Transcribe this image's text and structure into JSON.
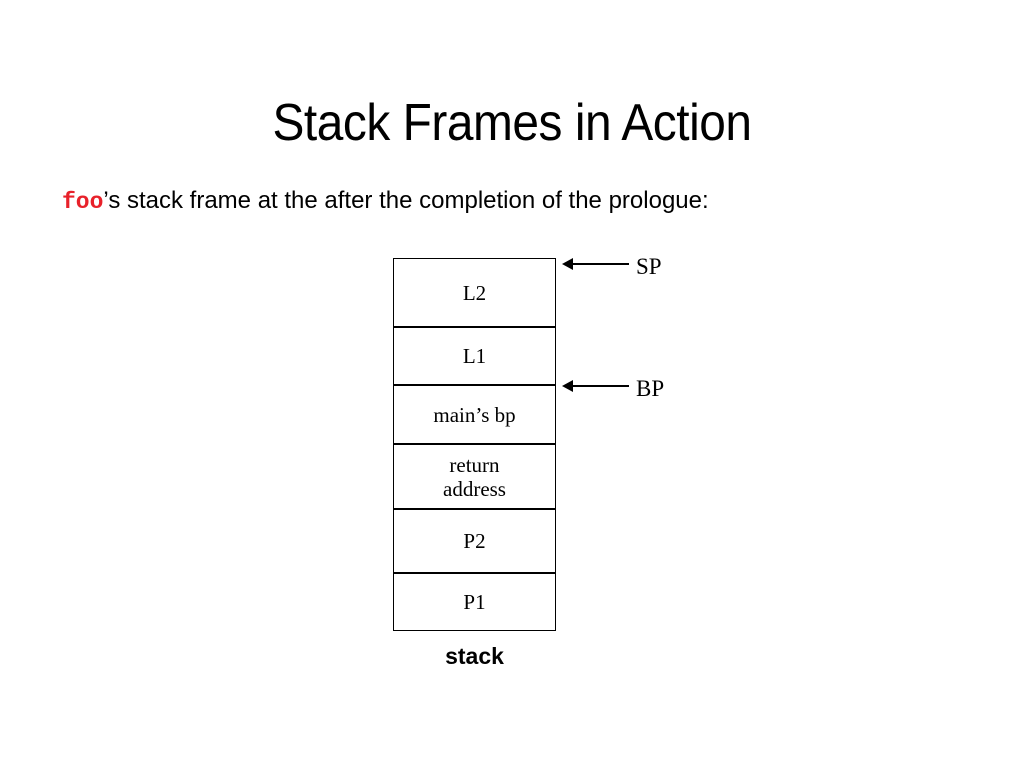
{
  "slide": {
    "title": "Stack Frames in Action",
    "subtitle": {
      "code_word": "foo",
      "code_color": "#e8212a",
      "rest": "’s stack frame at the after the completion of the prologue:"
    }
  },
  "diagram": {
    "caption": "stack",
    "cells": [
      {
        "label": "L2"
      },
      {
        "label": "L1"
      },
      {
        "label": "main’s bp"
      },
      {
        "label": "return\naddress"
      },
      {
        "label": "P2"
      },
      {
        "label": "P1"
      }
    ],
    "pointers": [
      {
        "label": "SP",
        "target": "top-of-stack"
      },
      {
        "label": "BP",
        "target": "base-pointer"
      }
    ]
  }
}
